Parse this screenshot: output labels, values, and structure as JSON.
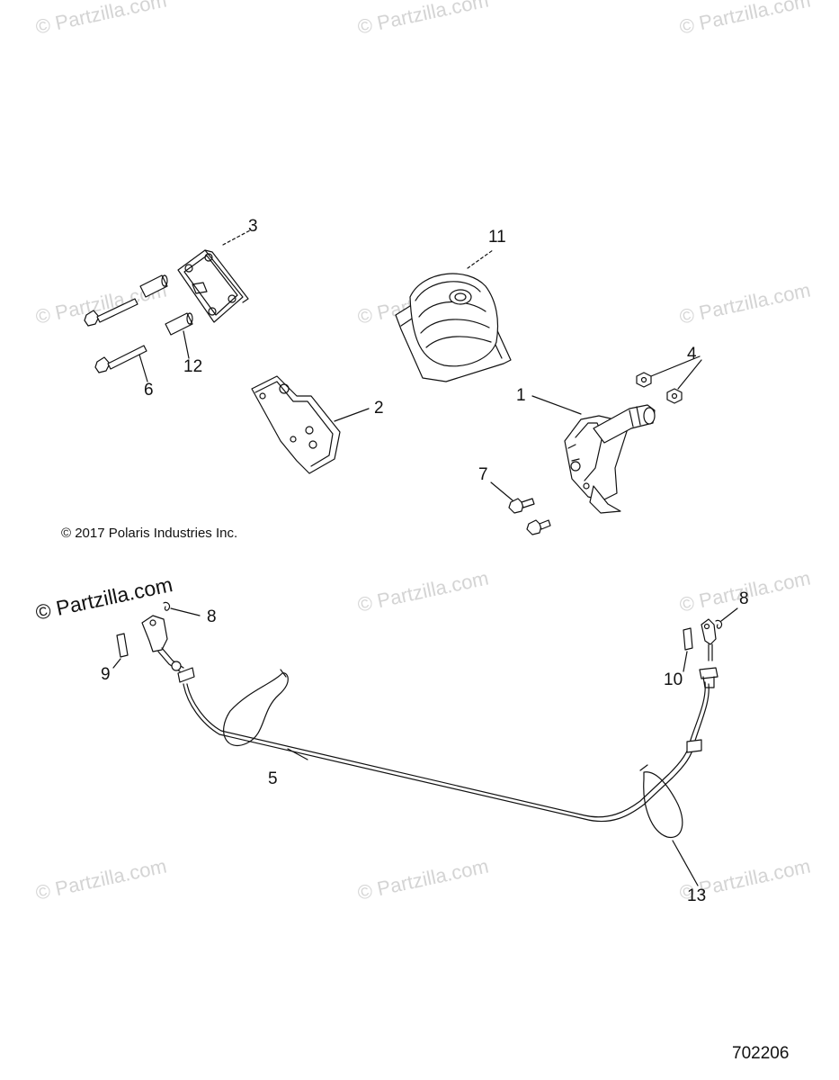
{
  "watermark": "© Partzilla.com",
  "brand_watermark": "© Partzilla.com",
  "copyright": "© 2017  Polaris Industries Inc.",
  "figure_number": "702206",
  "callouts": {
    "c1": "1",
    "c2": "2",
    "c3": "3",
    "c4": "4",
    "c5": "5",
    "c6": "6",
    "c7": "7",
    "c8a": "8",
    "c8b": "8",
    "c9": "9",
    "c10": "10",
    "c11": "11",
    "c12": "12",
    "c13": "13"
  },
  "colors": {
    "line": "#111111",
    "watermark": "#d4d4d4"
  }
}
